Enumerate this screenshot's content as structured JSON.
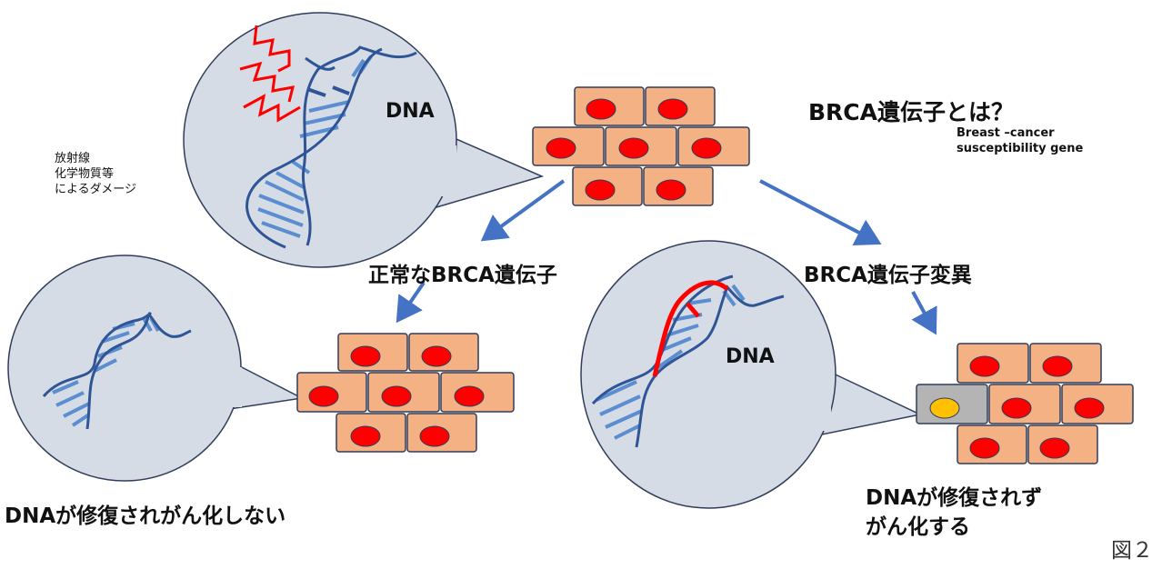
{
  "title": "BRCA遺伝子とは？",
  "subtitle_lines": [
    "Breast –cancer",
    "susceptibility gene"
  ],
  "damage_lines": [
    "放射線",
    "化学物質等",
    "によるダメージ"
  ],
  "dna_label": "DNA",
  "normal_label": "正常なBRCA遺伝子",
  "mutant_label": "BRCA遺伝子変異",
  "normal_result": "DNAが修復されがん化しない",
  "mutant_result_lines": [
    "DNAが修復されず",
    "がん化する"
  ],
  "figure_label": "図２",
  "colors": {
    "cell_fill": "#f4b183",
    "cell_border": "#2f3d5c",
    "nucleus": "#ff0000",
    "abnormal_cell": "#b4b4b4",
    "abnormal_nucleus": "#ffc000",
    "bubble_fill": "#d6dce5",
    "strand": "#2f5597",
    "rung": "#5b8ed0",
    "damage": "#ff0000",
    "arrow": "#4472c4"
  }
}
